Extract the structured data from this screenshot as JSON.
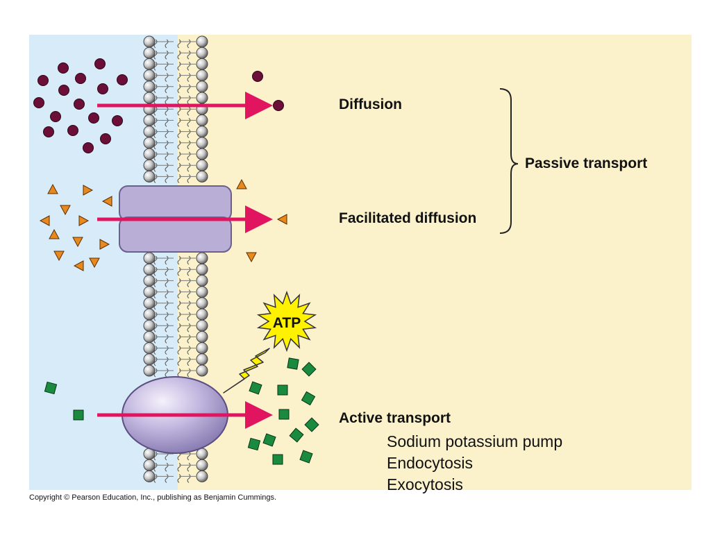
{
  "labels": {
    "diffusion": "Diffusion",
    "facilitated_diffusion": "Facilitated diffusion",
    "passive_transport": "Passive transport",
    "active_transport": "Active transport",
    "atp": "ATP"
  },
  "active_transport_examples": [
    "Sodium potassium pump",
    "Endocytosis",
    "Exocytosis"
  ],
  "copyright": "Copyright © Pearson Education, Inc., publishing as Benjamin Cummings.",
  "colors": {
    "outside_background": "#d7ecf8",
    "inside_background": "#fbf2cc",
    "arrow": "#e0145f",
    "diffusion_molecule": "#6b0f38",
    "facilitated_molecule": "#e8891e",
    "active_molecule": "#1a8a3e",
    "protein": "#b9aed6",
    "atp_burst": "#fff200"
  },
  "icons": {
    "membrane": "phospholipid-bilayer",
    "channel": "channel-protein",
    "pump": "carrier-protein",
    "energy": "lightning-bolt"
  }
}
